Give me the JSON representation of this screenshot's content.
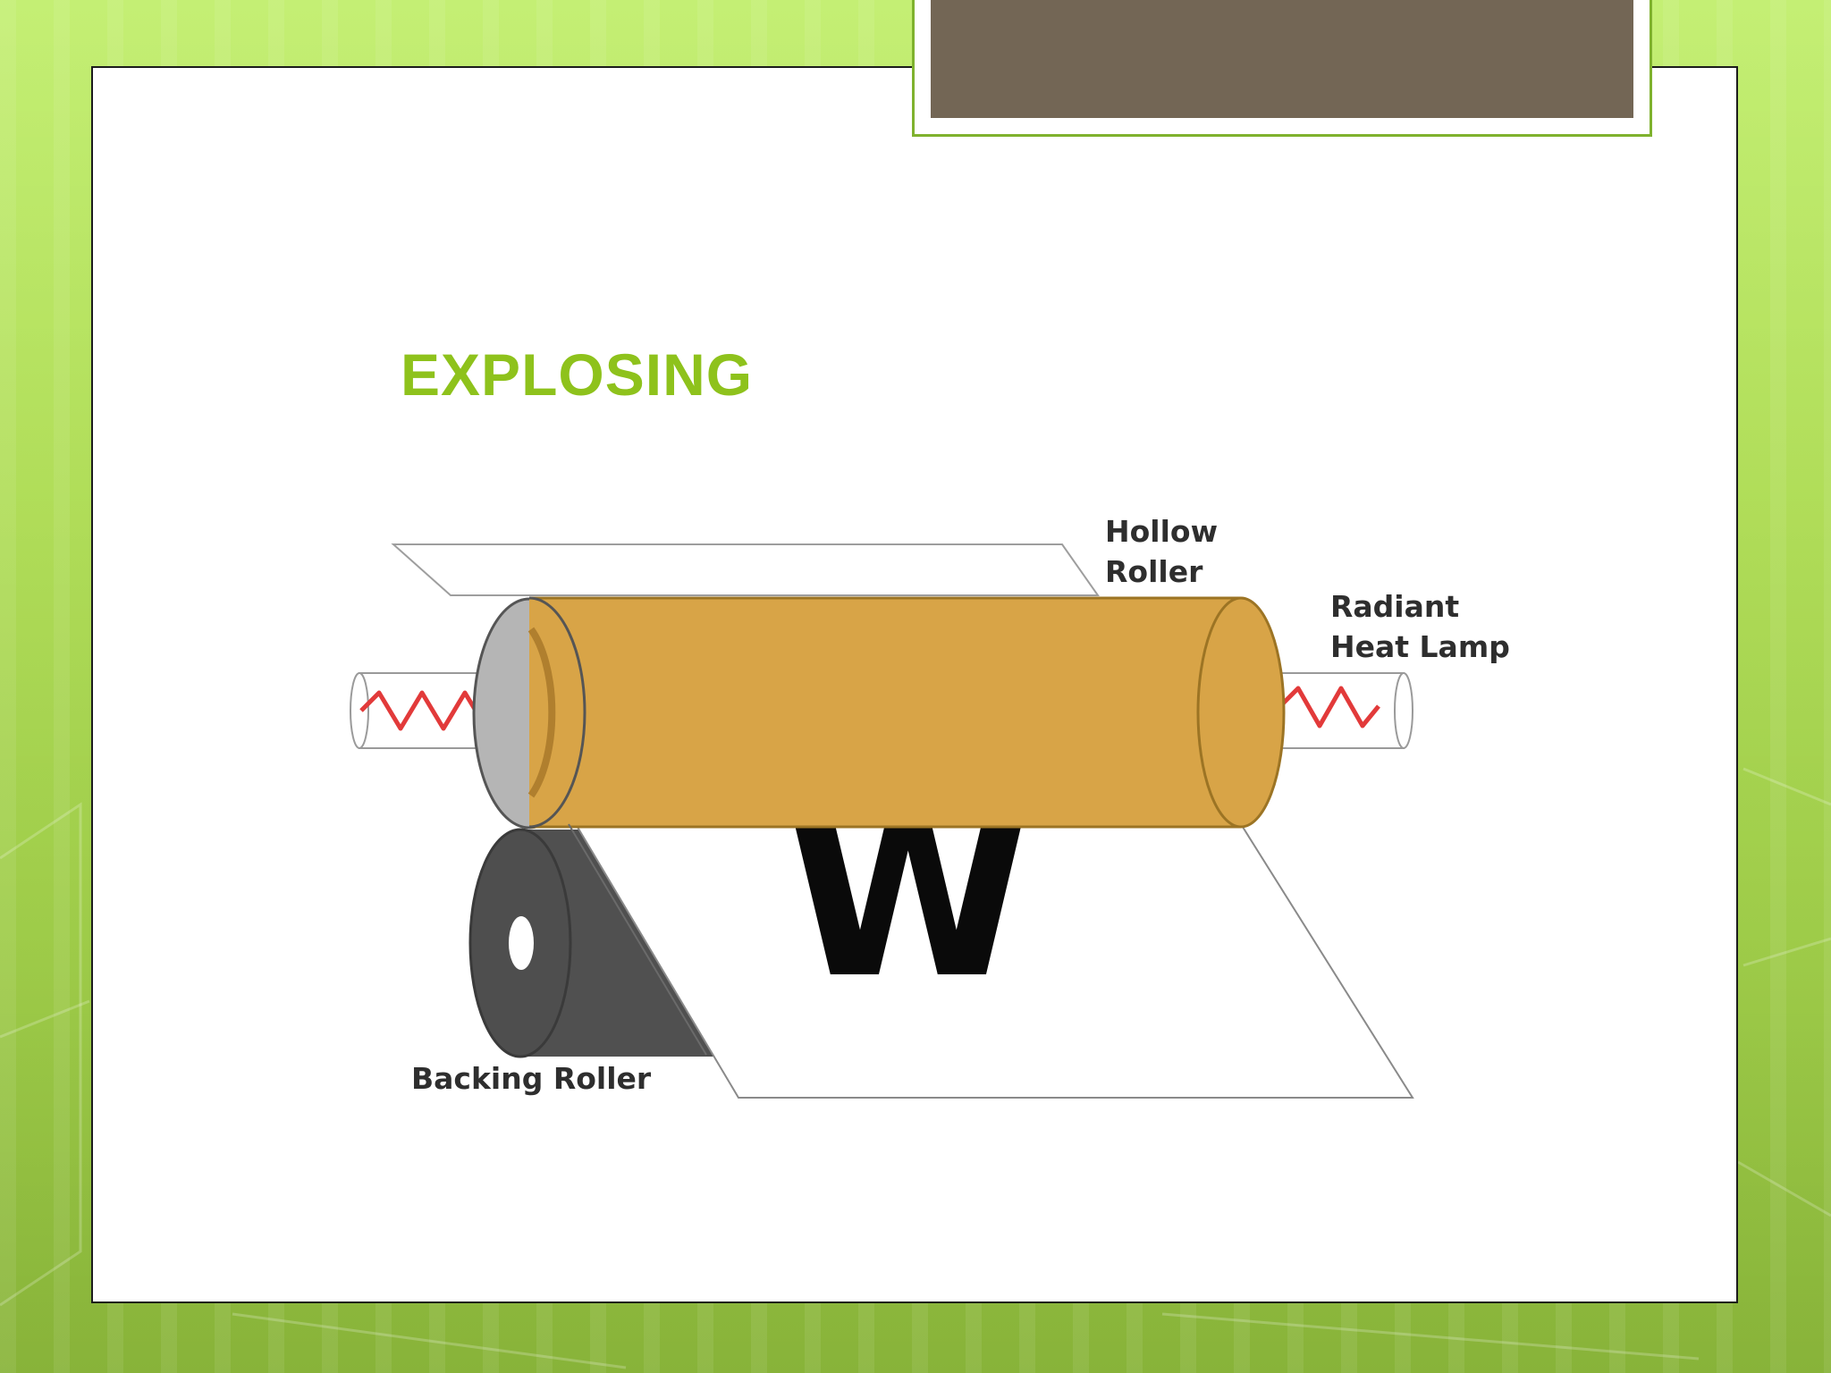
{
  "slide": {
    "title": "EXPLOSING"
  },
  "diagram": {
    "labels": {
      "hollow_roller": [
        "Hollow",
        "Roller"
      ],
      "radiant_heat_lamp": [
        "Radiant",
        "Heat Lamp"
      ],
      "backing_roller": "Backing Roller",
      "paper_letter": "W"
    }
  },
  "colors": {
    "background_green": "#b6e45c",
    "title_green": "#8ec21c",
    "tab_brown": "#736655",
    "hollow_roller_fill": "#d8a447",
    "backing_roller_fill": "#4a4a4a",
    "heat_coil_red": "#e23a3a"
  }
}
